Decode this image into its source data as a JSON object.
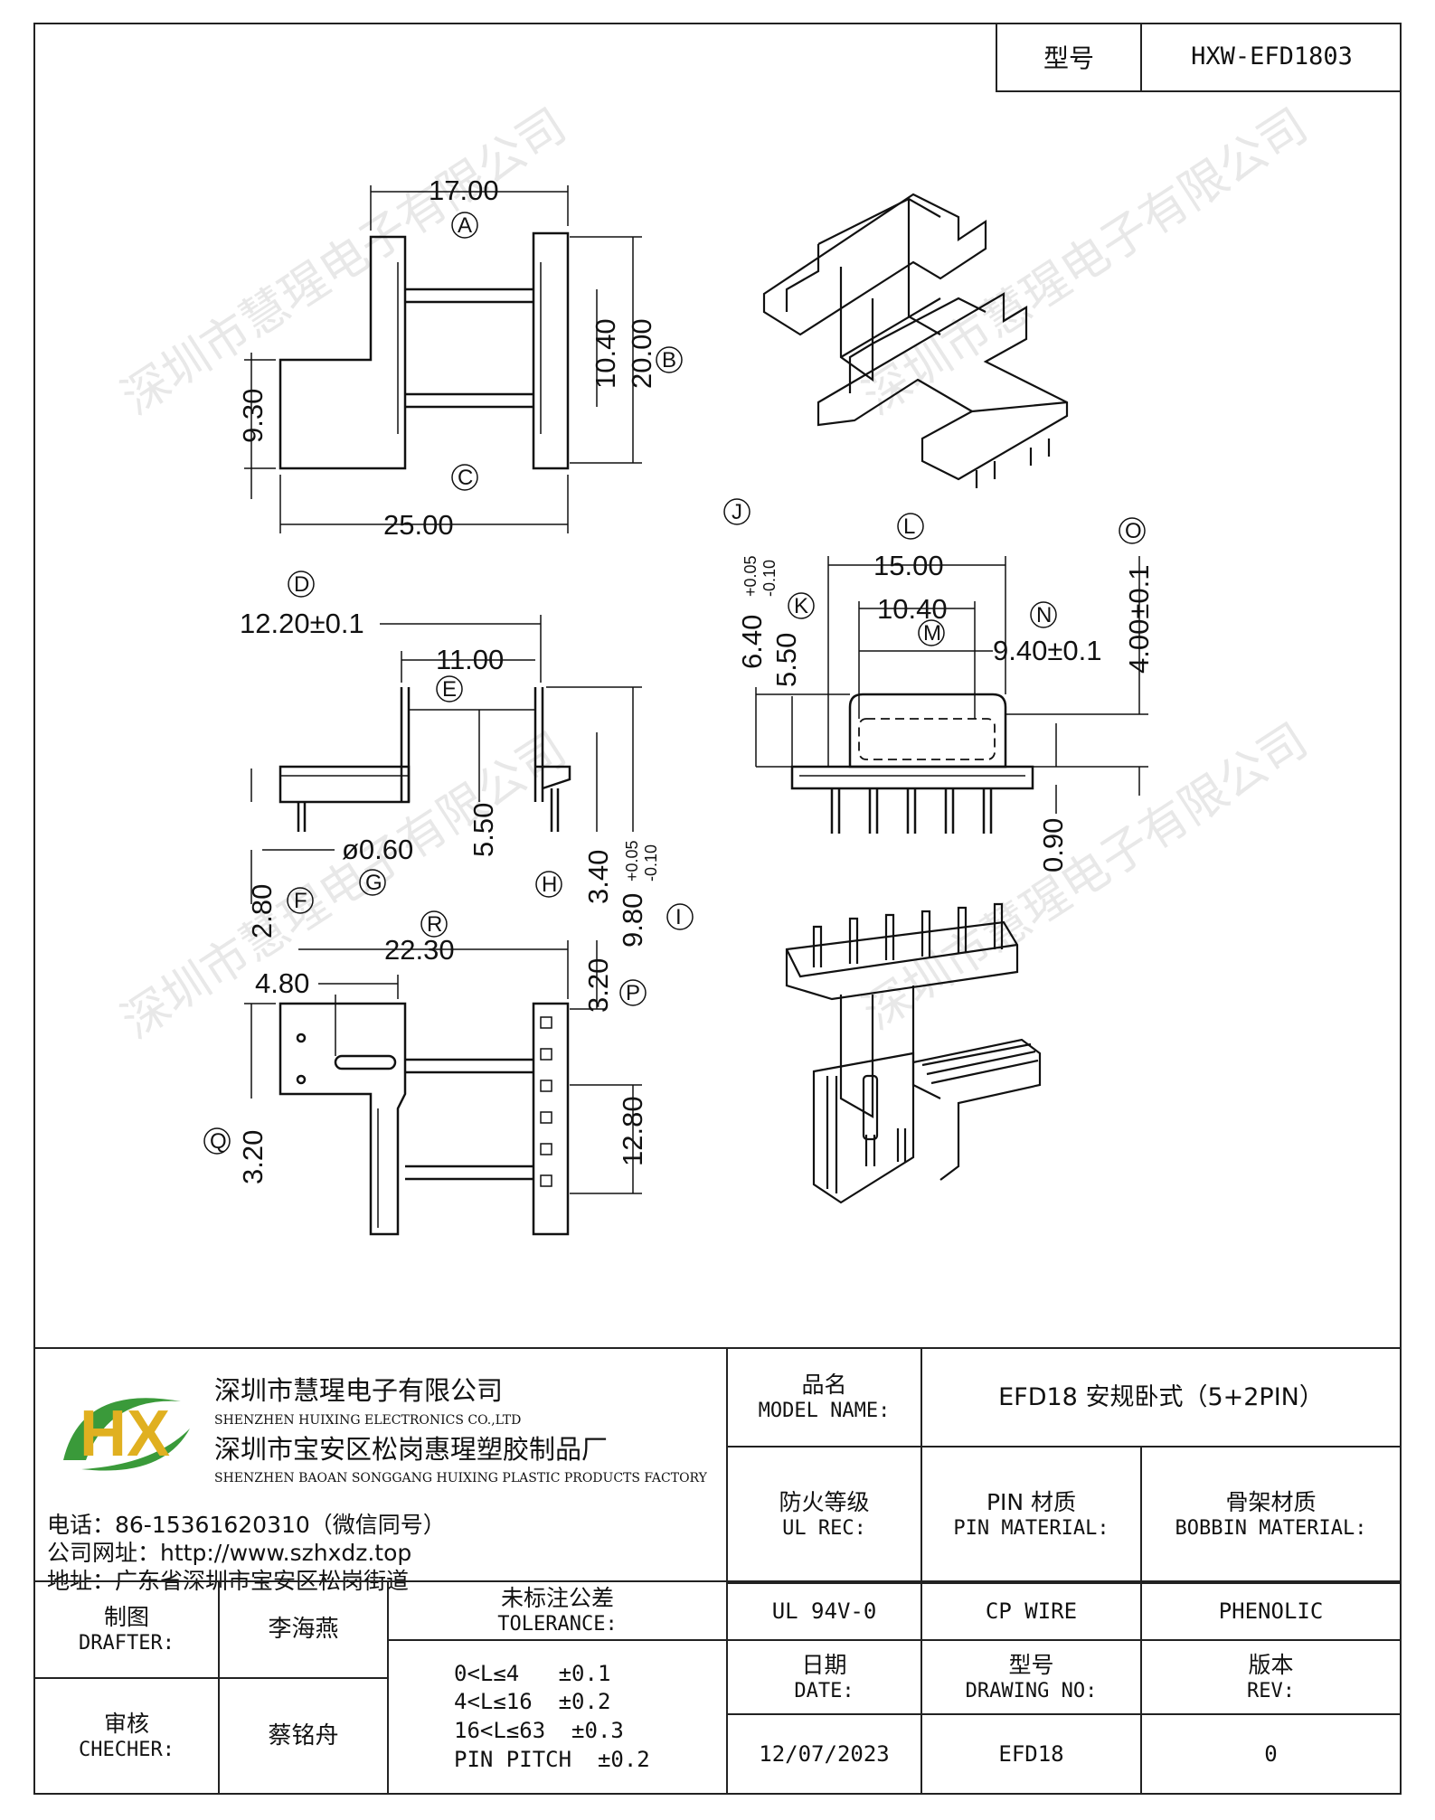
{
  "header": {
    "model_label": "型号",
    "model_value": "HXW-EFD1803"
  },
  "dimensions": {
    "A": "A",
    "B": "B",
    "C": "C",
    "D": "D",
    "E": "E",
    "F": "F",
    "G": "G",
    "H": "H",
    "I": "I",
    "J": "J",
    "K": "K",
    "L": "L",
    "M": "M",
    "N": "N",
    "O": "O",
    "P": "P",
    "Q": "Q",
    "R": "R",
    "d17": "17.00",
    "d20": "20.00",
    "d10_40a": "10.40",
    "d9_30": "9.30",
    "d25": "25.00",
    "d12_20": "12.20±0.1",
    "d11": "11.00",
    "d5_50a": "5.50",
    "d3_40": "3.40",
    "d9_80": "9.80",
    "d9_80_tol_up": "+0.05",
    "d9_80_tol_dn": "-0.10",
    "d2_80": "2.80",
    "d0_60": "ø0.60",
    "d6_40": "6.40",
    "d6_40_tol_up": "+0.05",
    "d6_40_tol_dn": "-0.10",
    "d5_50b": "5.50",
    "d15": "15.00",
    "d10_40b": "10.40",
    "d9_40": "9.40±0.1",
    "d4_00": "4.00±0.1",
    "d0_90": "0.90",
    "d22_30": "22.30",
    "d4_80": "4.80",
    "d3_20a": "3.20",
    "d12_80": "12.80",
    "d3_20b": "3.20"
  },
  "watermark": "深圳市慧瑆电子有限公司",
  "company": {
    "name_cn": "深圳市慧瑆电子有限公司",
    "name_en": "SHENZHEN HUIXING ELECTRONICS CO.,LTD",
    "factory_cn": "深圳市宝安区松岗惠瑆塑胶制品厂",
    "factory_en": "SHENZHEN BAOAN SONGGANG HUIXING PLASTIC PRODUCTS FACTORY",
    "phone": "电话：86-15361620310（微信同号）",
    "website": "公司网址：http://www.szhxdz.top",
    "address": "地址：广东省深圳市宝安区松岗街道",
    "logo_text": "HX",
    "colors": {
      "green": "#3a9a3a",
      "yellow": "#e0b020",
      "blue": "#2a5fb0"
    }
  },
  "title_block": {
    "model_name_cn": "品名",
    "model_name_en": "MODEL NAME:",
    "model_name_value": "EFD18 安规卧式（5+2PIN）",
    "ul_cn": "防火等级",
    "ul_en": "UL REC:",
    "ul_value": "UL 94V-0",
    "pin_cn": "PIN 材质",
    "pin_en": "PIN MATERIAL:",
    "pin_value": "CP WIRE",
    "bobbin_cn": "骨架材质",
    "bobbin_en": "BOBBIN MATERIAL:",
    "bobbin_value": "PHENOLIC",
    "drafter_cn": "制图",
    "drafter_en": "DRAFTER:",
    "drafter_value": "李海燕",
    "checker_cn": "审核",
    "checker_en": "CHECHER:",
    "checker_value": "蔡铭舟",
    "tol_cn": "未标注公差",
    "tol_en": "TOLERANCE:",
    "tol_lines": [
      "0<L≤4   ±0.1",
      "4<L≤16  ±0.2",
      "16<L≤63  ±0.3",
      "PIN PITCH  ±0.2"
    ],
    "date_cn": "日期",
    "date_en": "DATE:",
    "date_value": "12/07/2023",
    "drawing_cn": "型号",
    "drawing_en": "DRAWING NO:",
    "drawing_value": "EFD18",
    "rev_cn": "版本",
    "rev_en": "REV:",
    "rev_value": "0"
  }
}
